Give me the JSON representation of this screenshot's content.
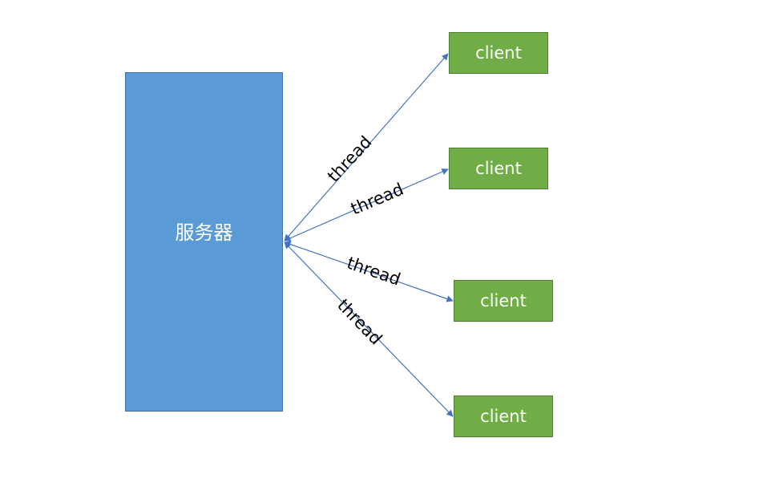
{
  "server": {
    "label": "服务器"
  },
  "clients": [
    {
      "label": "client"
    },
    {
      "label": "client"
    },
    {
      "label": "client"
    },
    {
      "label": "client"
    }
  ],
  "connections": [
    {
      "label": "thread"
    },
    {
      "label": "thread"
    },
    {
      "label": "thread"
    },
    {
      "label": "thread"
    }
  ],
  "colors": {
    "server_fill": "#5b9bd5",
    "client_fill": "#70ad47",
    "arrow": "#4472c4"
  }
}
